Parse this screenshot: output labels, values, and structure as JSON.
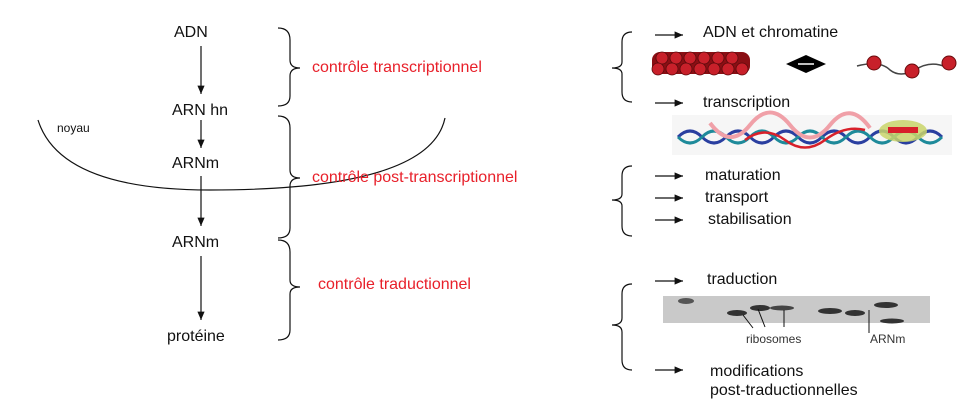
{
  "flow": {
    "adn": "ADN",
    "arn_hn": "ARN hn",
    "noyau": "noyau",
    "arnm_nucleus": "ARNm",
    "arnm_cyto": "ARNm",
    "proteine": "protéine"
  },
  "controls": {
    "transcriptionnel": "contrôle transcriptionnel",
    "post_transcriptionnel": "contrôle post-transcriptionnel",
    "traductionnel": "contrôle traductionnel"
  },
  "right": {
    "adn_chromatine": "ADN et chromatine",
    "transcription": "transcription",
    "maturation": "maturation",
    "transport": "transport",
    "stabilisation": "stabilisation",
    "traduction": "traduction",
    "ribosomes": "ribosomes",
    "arnm_label": "ARNm",
    "modifications_1": "modifications",
    "modifications_2": "post-traductionnelles"
  },
  "colors": {
    "control_text": "#e8202a"
  }
}
